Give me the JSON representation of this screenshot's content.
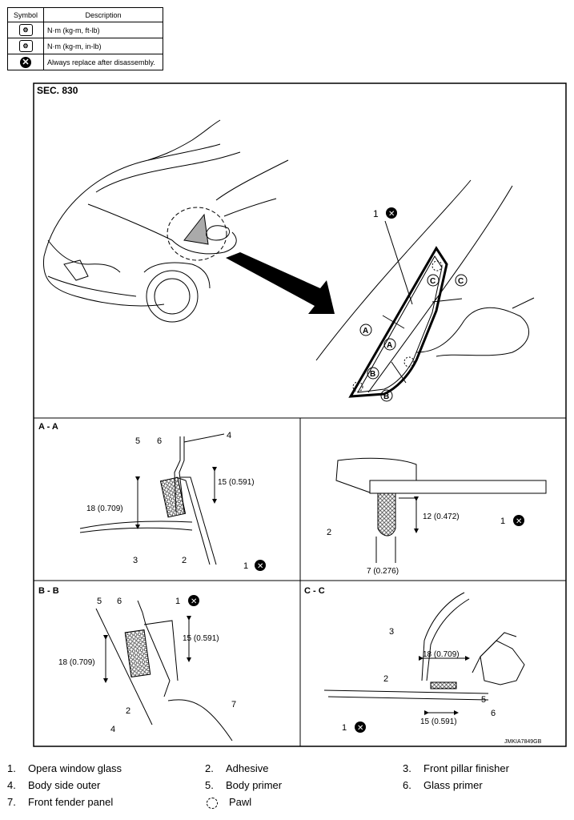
{
  "symbol_table": {
    "header_symbol": "Symbol",
    "header_description": "Description",
    "rows": [
      {
        "icon": "torque-wrench-icon",
        "description": "N·m (kg-m, ft-lb)"
      },
      {
        "icon": "torque-wrench-small-icon",
        "description": "N·m (kg-m, in-lb)"
      },
      {
        "icon": "replace-x-icon",
        "description": "Always replace after disassembly."
      }
    ]
  },
  "diagram": {
    "section": "SEC. 830",
    "code": "JMKIA7849GB",
    "callouts": {
      "A": "A",
      "B": "B",
      "C": "C"
    },
    "panel_aa": {
      "title": "A - A",
      "dim1": "15 (0.591)",
      "dim2": "18 (0.709)"
    },
    "panel_adhesive": {
      "dim1": "12 (0.472)",
      "dim2": "7 (0.276)"
    },
    "panel_bb": {
      "title": "B - B",
      "dim1": "15 (0.591)",
      "dim2": "18 (0.709)"
    },
    "panel_cc": {
      "title": "C - C",
      "dim1": "18 (0.709)",
      "dim2": "15 (0.591)"
    },
    "nums": {
      "n1": "1",
      "n2": "2",
      "n3": "3",
      "n4": "4",
      "n5": "5",
      "n6": "6",
      "n7": "7"
    }
  },
  "parts_legend": [
    {
      "num": "1.",
      "label": "Opera window glass"
    },
    {
      "num": "2.",
      "label": "Adhesive"
    },
    {
      "num": "3.",
      "label": "Front pillar finisher"
    },
    {
      "num": "4.",
      "label": "Body side outer"
    },
    {
      "num": "5.",
      "label": "Body primer"
    },
    {
      "num": "6.",
      "label": "Glass primer"
    },
    {
      "num": "7.",
      "label": "Front fender panel"
    },
    {
      "num": "",
      "label": "Pawl"
    }
  ]
}
